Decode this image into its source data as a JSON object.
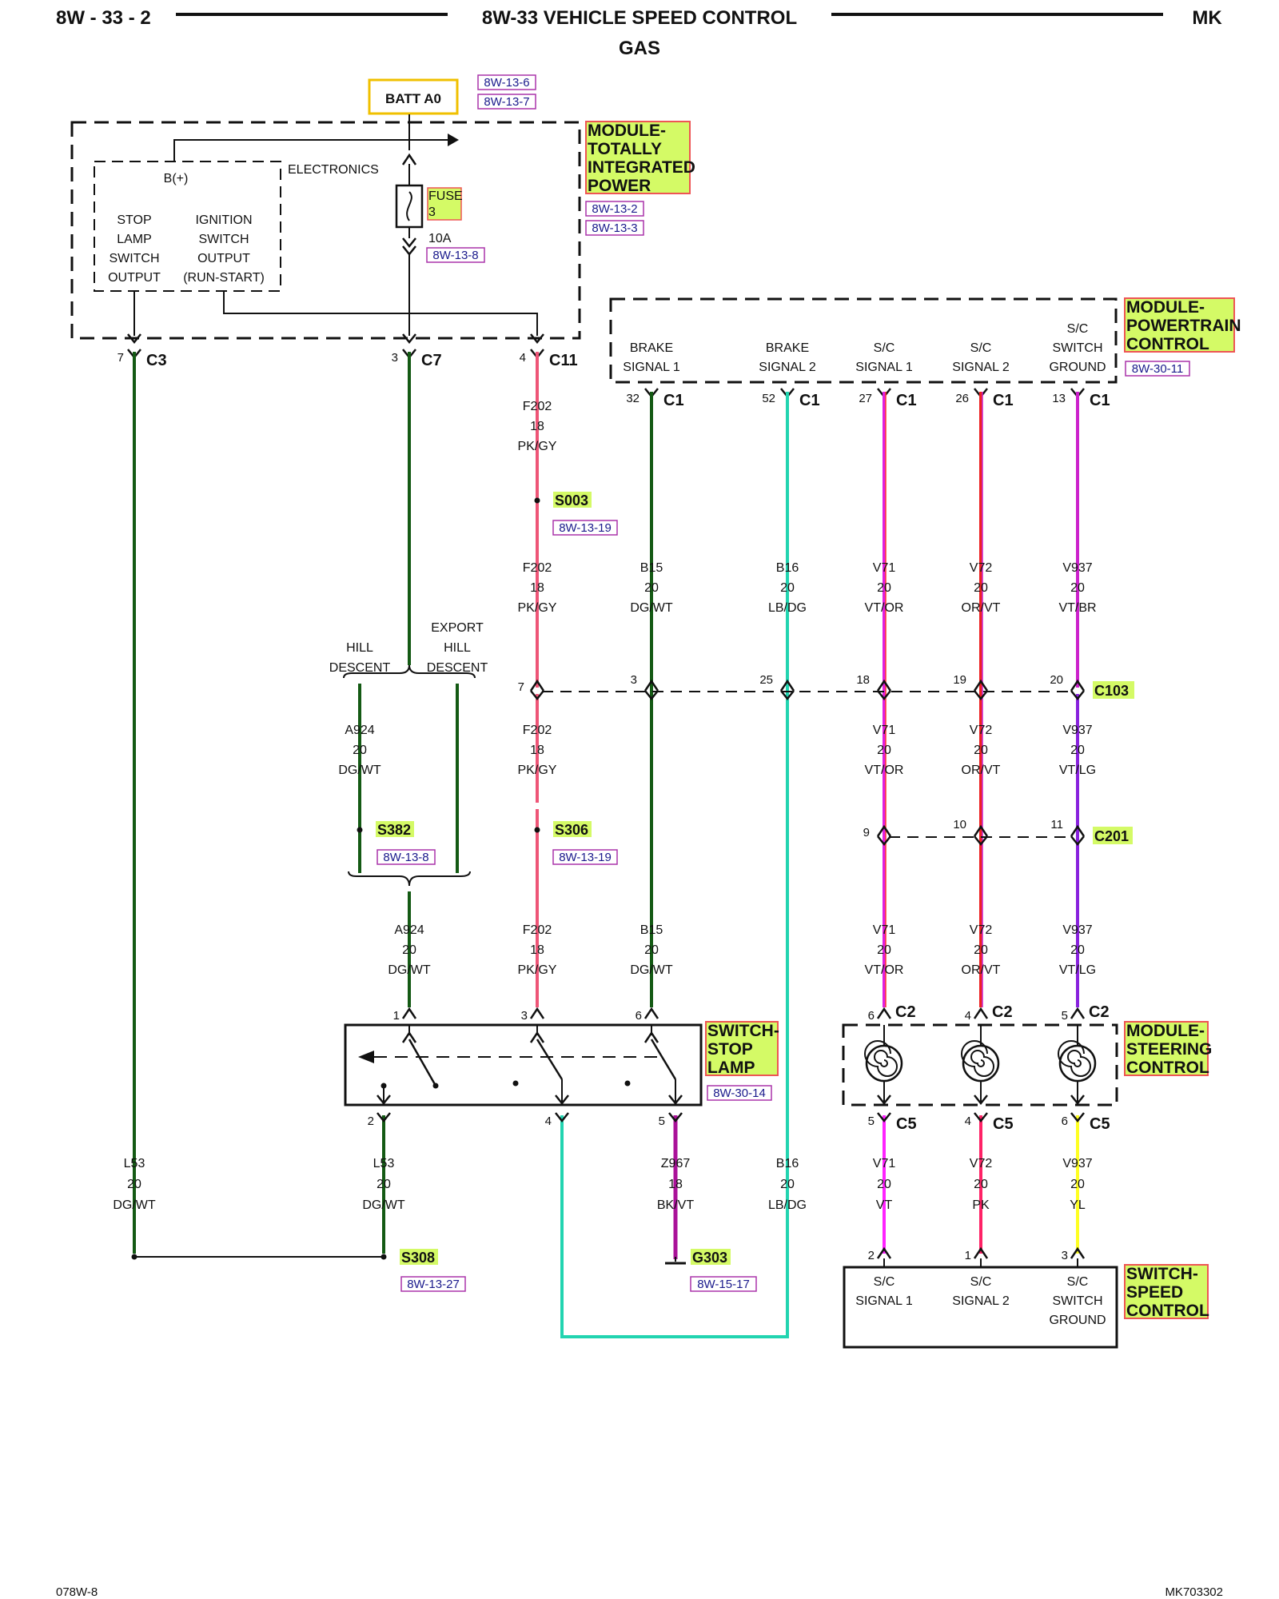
{
  "header": {
    "page_left": "8W - 33 - 2",
    "title": "8W-33 VEHICLE SPEED CONTROL",
    "subtitle": "GAS",
    "page_right": "MK"
  },
  "footer": {
    "left": "078W-8",
    "right": "MK703302"
  },
  "colors": {
    "dg_wt": "#145a14",
    "pk_gy": "#ee5577",
    "lb_dg": "#22d4b0",
    "vt_or": "#e020e0",
    "or_vt": "#ee2222",
    "vt_lg": "#8822dd",
    "vt": "#ff22ff",
    "pk": "#ff2266",
    "yl": "#ffff22",
    "bk_vt": "#aa1199",
    "module_fill": "#d4fa66",
    "module_border": "#ee5555",
    "batt_border": "#f0c000",
    "ref_border": "#aa33aa"
  },
  "batt": {
    "label": "BATT A0",
    "refs": [
      "8W-13-6",
      "8W-13-7"
    ]
  },
  "tipm": {
    "name": [
      "MODULE-",
      "TOTALLY",
      "INTEGRATED",
      "POWER"
    ],
    "refs": [
      "8W-13-2",
      "8W-13-3"
    ],
    "electronics": "ELECTRONICS",
    "bplus": "B(+)",
    "stop_output": [
      "STOP",
      "LAMP",
      "SWITCH",
      "OUTPUT"
    ],
    "ign_output": [
      "IGNITION",
      "SWITCH",
      "OUTPUT",
      "(RUN-START)"
    ],
    "fuse_label": "FUSE",
    "fuse_num": "3",
    "fuse_amp": "10A",
    "fuse_ref": "8W-13-8",
    "pins": [
      {
        "pin": "7",
        "conn": "C3"
      },
      {
        "pin": "3",
        "conn": "C7"
      },
      {
        "pin": "4",
        "conn": "C11"
      }
    ]
  },
  "pcm": {
    "name": [
      "MODULE-",
      "POWERTRAIN",
      "CONTROL"
    ],
    "ref": "8W-30-11",
    "terminals": [
      {
        "label": [
          "BRAKE",
          "SIGNAL 1"
        ],
        "pin": "32",
        "conn": "C1"
      },
      {
        "label": [
          "BRAKE",
          "SIGNAL 2"
        ],
        "pin": "52",
        "conn": "C1"
      },
      {
        "label": [
          "S/C",
          "SIGNAL 1"
        ],
        "pin": "27",
        "conn": "C1"
      },
      {
        "label": [
          "S/C",
          "SIGNAL 2"
        ],
        "pin": "26",
        "conn": "C1"
      },
      {
        "label": [
          "S/C",
          "SWITCH",
          "GROUND"
        ],
        "pin": "13",
        "conn": "C1"
      }
    ]
  },
  "wires": {
    "f202_top": [
      "F202",
      "18",
      "PK/GY"
    ],
    "f202_mid": [
      "F202",
      "18",
      "PK/GY"
    ],
    "b15_top": [
      "B15",
      "20",
      "DG/WT"
    ],
    "b16_top": [
      "B16",
      "20",
      "LB/DG"
    ],
    "v71_top": [
      "V71",
      "20",
      "VT/OR"
    ],
    "v72_top": [
      "V72",
      "20",
      "OR/VT"
    ],
    "v937_top": [
      "V937",
      "20",
      "VT/BR"
    ],
    "a924_left": [
      "A924",
      "20",
      "DG/WT"
    ],
    "f202_low": [
      "F202",
      "18",
      "PK/GY"
    ],
    "v71_mid": [
      "V71",
      "20",
      "VT/OR"
    ],
    "v72_mid": [
      "V72",
      "20",
      "OR/VT"
    ],
    "v937_mid": [
      "V937",
      "20",
      "VT/LG"
    ],
    "a924_low": [
      "A924",
      "20",
      "DG/WT"
    ],
    "f202_bot": [
      "F202",
      "18",
      "PK/GY"
    ],
    "b15_bot": [
      "B15",
      "20",
      "DG/WT"
    ],
    "v71_bot": [
      "V71",
      "20",
      "VT/OR"
    ],
    "v72_bot": [
      "V72",
      "20",
      "OR/VT"
    ],
    "v937_bot": [
      "V937",
      "20",
      "VT/LG"
    ],
    "l53_left": [
      "L53",
      "20",
      "DG/WT"
    ],
    "l53_mid": [
      "L53",
      "20",
      "DG/WT"
    ],
    "z967": [
      "Z967",
      "18",
      "BK/VT"
    ],
    "b16_bot": [
      "B16",
      "20",
      "LB/DG"
    ],
    "v71_sw": [
      "V71",
      "20",
      "VT"
    ],
    "v72_sw": [
      "V72",
      "20",
      "PK"
    ],
    "v937_sw": [
      "V937",
      "20",
      "YL"
    ]
  },
  "options": {
    "hill": [
      "HILL",
      "DESCENT"
    ],
    "export": [
      "EXPORT",
      "HILL",
      "DESCENT"
    ]
  },
  "splices": [
    {
      "name": "S003",
      "ref": "8W-13-19"
    },
    {
      "name": "S382",
      "ref": "8W-13-8"
    },
    {
      "name": "S306",
      "ref": "8W-13-19"
    },
    {
      "name": "S308",
      "ref": "8W-13-27"
    }
  ],
  "ground": {
    "name": "G303",
    "ref": "8W-15-17"
  },
  "c103": {
    "name": "C103",
    "pins": [
      "7",
      "3",
      "25",
      "18",
      "19",
      "20"
    ]
  },
  "c201": {
    "name": "C201",
    "pins": [
      "9",
      "10",
      "11"
    ]
  },
  "stop_switch": {
    "name": [
      "SWITCH-",
      "STOP",
      "LAMP"
    ],
    "ref": "8W-30-14",
    "top_pins": [
      "1",
      "3",
      "6"
    ],
    "bot_pins": [
      "2",
      "4",
      "5"
    ]
  },
  "steering": {
    "name": [
      "MODULE-",
      "STEERING",
      "CONTROL"
    ],
    "top_pins": [
      {
        "pin": "6",
        "conn": "C2"
      },
      {
        "pin": "4",
        "conn": "C2"
      },
      {
        "pin": "5",
        "conn": "C2"
      }
    ],
    "bot_pins": [
      {
        "pin": "5",
        "conn": "C5"
      },
      {
        "pin": "4",
        "conn": "C5"
      },
      {
        "pin": "6",
        "conn": "C5"
      }
    ]
  },
  "speed_switch": {
    "name": [
      "SWITCH-",
      "SPEED",
      "CONTROL"
    ],
    "pins": [
      "2",
      "1",
      "3"
    ],
    "terminals": [
      [
        "S/C",
        "SIGNAL 1"
      ],
      [
        "S/C",
        "SIGNAL 2"
      ],
      [
        "S/C",
        "SWITCH",
        "GROUND"
      ]
    ]
  }
}
